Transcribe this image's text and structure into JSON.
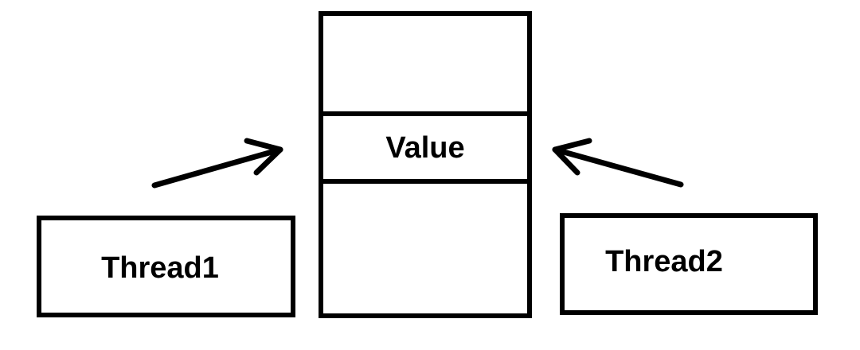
{
  "diagram": {
    "memory_cell": {
      "value_label": "Value"
    },
    "threads": [
      {
        "label": "Thread1"
      },
      {
        "label": "Thread2"
      }
    ],
    "stroke_color": "#000000",
    "background_color": "#ffffff"
  }
}
